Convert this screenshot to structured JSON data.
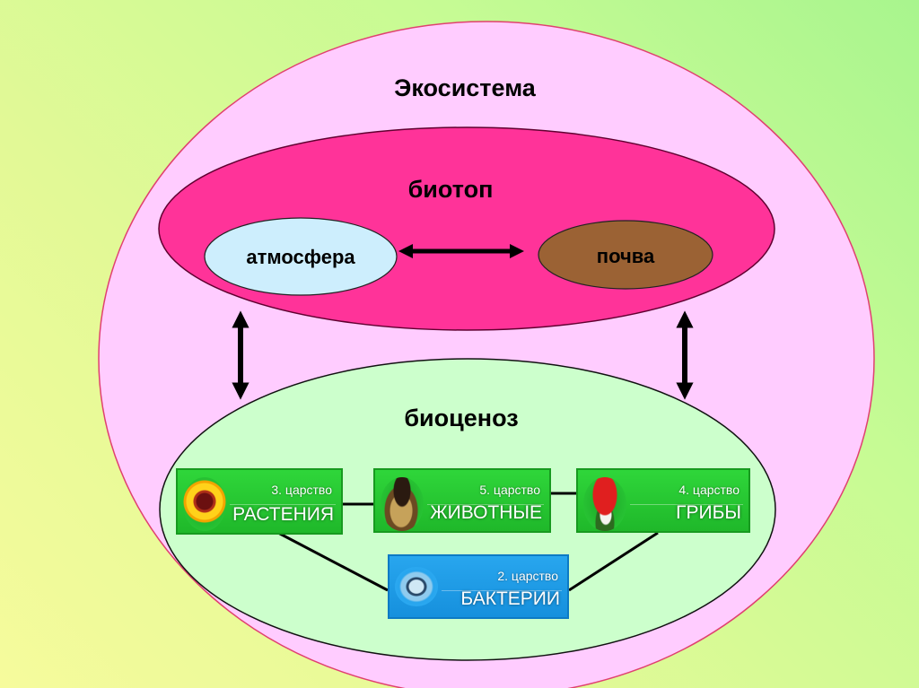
{
  "title": "Экосистема",
  "biotope": {
    "label": "биотоп",
    "components": [
      {
        "label": "атмосфера",
        "color": "#cdeefd"
      },
      {
        "label": "почва",
        "color": "#9b6234"
      }
    ],
    "color": "#ff3399"
  },
  "biocenosis": {
    "label": "биоценоз",
    "color": "#ccffcc",
    "kingdoms": [
      {
        "number": "3. царство",
        "name": "РАСТЕНИЯ",
        "icon": "sunflower-icon",
        "color": "#22c42f"
      },
      {
        "number": "5. царство",
        "name": "ЖИВОТНЫЕ",
        "icon": "dog-icon",
        "color": "#22c42f"
      },
      {
        "number": "4. царство",
        "name": "ГРИБЫ",
        "icon": "mushroom-icon",
        "color": "#22c42f"
      },
      {
        "number": "2. царство",
        "name": "БАКТЕРИИ",
        "icon": "bacteria-icon",
        "color": "#1c9be6"
      }
    ]
  },
  "ecosystem_color": "#ffccff"
}
